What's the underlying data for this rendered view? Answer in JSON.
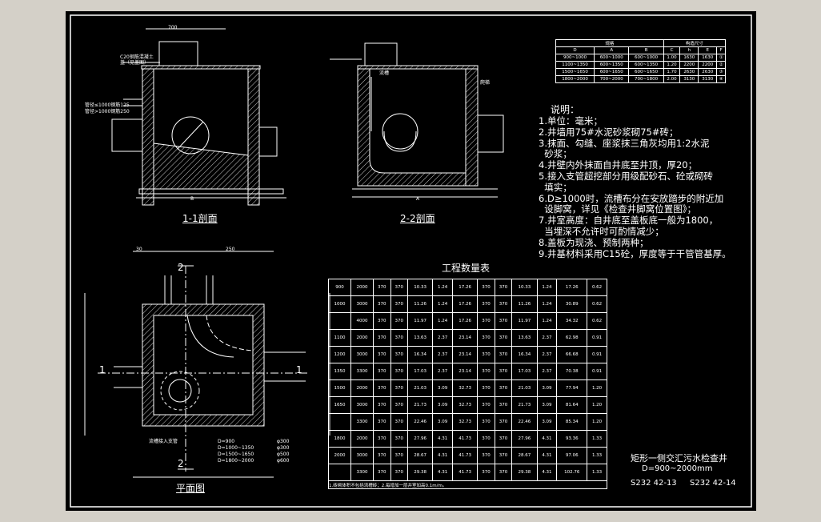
{
  "section_labels": {
    "s11": "1-1剖面",
    "s22": "2-2剖面",
    "plan": "平面图"
  },
  "dims": {
    "t700": "700",
    "d30": "30",
    "d250": "250",
    "a": "A",
    "b": "B"
  },
  "left_annotations": {
    "c20": "C20钢筋混凝土",
    "cover": "盖（见盖图）",
    "pipe1": "管径≤1000钢筋125",
    "pipe2": "管径>1000钢筋250"
  },
  "right_annotations": {
    "flow": "流槽",
    "ladder": "爬梯"
  },
  "size_table": {
    "header": [
      "规格",
      "",
      "",
      "构造尺寸",
      "",
      "",
      ""
    ],
    "sub": [
      "D",
      "A",
      "B",
      "C",
      "h",
      "E",
      "F"
    ],
    "rows": [
      [
        "900~1000",
        "600~1000",
        "600~1000",
        "1.00",
        "1630",
        "1630",
        "①"
      ],
      [
        "1100~1350",
        "600~1350",
        "600~1350",
        "1.20",
        "2200",
        "2200",
        "②"
      ],
      [
        "1500~1650",
        "600~1650",
        "600~1650",
        "1.70",
        "2630",
        "2630",
        "③"
      ],
      [
        "1800~2000",
        "700~2000",
        "700~1800",
        "2.00",
        "3130",
        "3130",
        "④"
      ]
    ]
  },
  "notes_title": "说明：",
  "notes": [
    "1.单位：毫米；",
    "2.井墙用75#水泥砂浆砌75#砖；",
    "3.抹面、勾缝、座浆抹三角灰均用1:2水泥\n  砂浆；",
    "4.井壁内外抹面自井底至井顶，厚20；",
    "5.接入支管超挖部分用级配砂石、砼或砌砖\n  填实；",
    "6.D≥1000时，流槽布分在安放踏步的附近加\n  设脚窝，详见《检查井脚窝位置图》；",
    "7.井室高度：自井底至盖板底一般为1800，\n  当埋深不允许时可酌情减少；",
    "8.盖板为现浇、预制两种；",
    "9.井基材料采用C15砼，厚度等于干管管基厚。"
  ],
  "qty_table_title": "工程数量表",
  "qty_table": {
    "rows": [
      [
        "900",
        "2000",
        "370",
        "370",
        "10.33",
        "1.24",
        "17.26",
        "370",
        "370",
        "10.33",
        "1.24",
        "17.26",
        "0.62"
      ],
      [
        "1000",
        "3000",
        "370",
        "370",
        "11.26",
        "1.24",
        "17.26",
        "370",
        "370",
        "11.26",
        "1.24",
        "30.89",
        "0.62"
      ],
      [
        "",
        "4000",
        "370",
        "370",
        "11.97",
        "1.24",
        "17.26",
        "370",
        "370",
        "11.97",
        "1.24",
        "34.32",
        "0.62"
      ],
      [
        "1100",
        "2000",
        "370",
        "370",
        "13.63",
        "2.37",
        "23.14",
        "370",
        "370",
        "13.63",
        "2.37",
        "62.98",
        "0.91"
      ],
      [
        "1200",
        "3000",
        "370",
        "370",
        "16.34",
        "2.37",
        "23.14",
        "370",
        "370",
        "16.34",
        "2.37",
        "66.68",
        "0.91"
      ],
      [
        "1350",
        "3300",
        "370",
        "370",
        "17.03",
        "2.37",
        "23.14",
        "370",
        "370",
        "17.03",
        "2.37",
        "70.38",
        "0.91"
      ],
      [
        "1500",
        "2000",
        "370",
        "370",
        "21.03",
        "3.09",
        "32.73",
        "370",
        "370",
        "21.03",
        "3.09",
        "77.94",
        "1.20"
      ],
      [
        "1650",
        "3000",
        "370",
        "370",
        "21.73",
        "3.09",
        "32.73",
        "370",
        "370",
        "21.73",
        "3.09",
        "81.64",
        "1.20"
      ],
      [
        "",
        "3300",
        "370",
        "370",
        "22.46",
        "3.09",
        "32.73",
        "370",
        "370",
        "22.46",
        "3.09",
        "85.34",
        "1.20"
      ],
      [
        "1800",
        "2000",
        "370",
        "370",
        "27.96",
        "4.31",
        "41.73",
        "370",
        "370",
        "27.96",
        "4.31",
        "93.36",
        "1.33"
      ],
      [
        "2000",
        "3000",
        "370",
        "370",
        "28.67",
        "4.31",
        "41.73",
        "370",
        "370",
        "28.67",
        "4.31",
        "97.06",
        "1.33"
      ],
      [
        "",
        "3300",
        "370",
        "370",
        "29.38",
        "4.31",
        "41.73",
        "370",
        "370",
        "29.38",
        "4.31",
        "102.76",
        "1.33"
      ]
    ],
    "footnote": "1.砖砌体积不包括流槽砖；2.每增加一层井室加高0.1m/m。"
  },
  "plan_legend": [
    [
      "D=900",
      "φ300"
    ],
    [
      "D=1000~1350",
      "φ300"
    ],
    [
      "D=1500~1650",
      "φ500"
    ],
    [
      "D=1800~2000",
      "φ600"
    ]
  ],
  "plan_note": "流槽接入支管",
  "title_block": {
    "name": "矩形一侧交汇污水检查井",
    "range": "D=900~2000mm",
    "code1": "S232  42-13",
    "code2": "S232  42-14"
  }
}
